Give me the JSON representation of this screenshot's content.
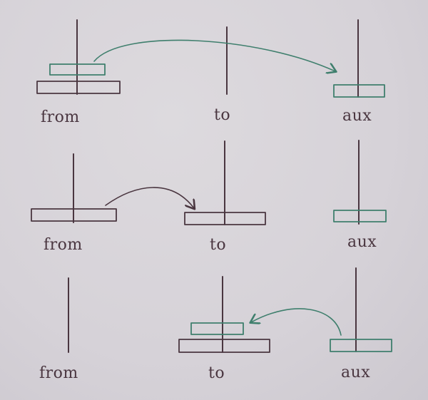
{
  "colors": {
    "paper": "#d8d4d9",
    "ink": "#4a3640",
    "green": "#3f7f6d"
  },
  "rows": [
    {
      "labels": {
        "from": "from",
        "to": "to",
        "aux": "aux"
      },
      "moves": "small disk from → aux",
      "icons": {
        "arrow": "curved-arrow-icon"
      }
    },
    {
      "labels": {
        "from": "from",
        "to": "to",
        "aux": "aux"
      },
      "moves": "large disk from → to",
      "icons": {
        "arrow": "curved-arrow-icon"
      }
    },
    {
      "labels": {
        "from": "from",
        "to": "to",
        "aux": "aux"
      },
      "moves": "small disk aux → to",
      "icons": {
        "arrow": "curved-arrow-icon"
      }
    }
  ]
}
